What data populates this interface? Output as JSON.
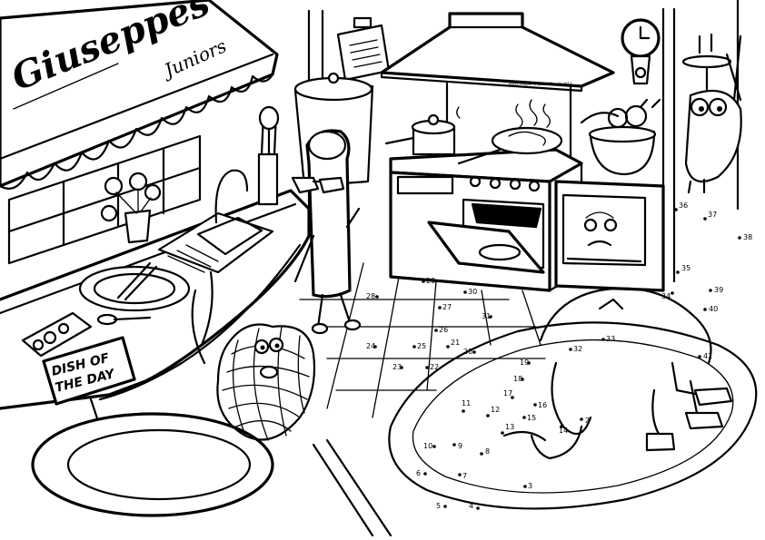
{
  "shop_sign": {
    "name": "Giuseppes",
    "subtitle": "Juniors"
  },
  "menu_board": {
    "line1": "DISH OF",
    "line2": "THE DAY"
  },
  "hood_credit": "Pasta People © David Bonett 2013",
  "dot_to_dot": {
    "points": [
      {
        "n": "2"
      },
      {
        "n": "3"
      },
      {
        "n": "4"
      },
      {
        "n": "5"
      },
      {
        "n": "6"
      },
      {
        "n": "7"
      },
      {
        "n": "8"
      },
      {
        "n": "9"
      },
      {
        "n": "10"
      },
      {
        "n": "11"
      },
      {
        "n": "12"
      },
      {
        "n": "13"
      },
      {
        "n": "14"
      },
      {
        "n": "15"
      },
      {
        "n": "16"
      },
      {
        "n": "17"
      },
      {
        "n": "18"
      },
      {
        "n": "19"
      },
      {
        "n": "20"
      },
      {
        "n": "21"
      },
      {
        "n": "22"
      },
      {
        "n": "23"
      },
      {
        "n": "24"
      },
      {
        "n": "25"
      },
      {
        "n": "26"
      },
      {
        "n": "27"
      },
      {
        "n": "28"
      },
      {
        "n": "29"
      },
      {
        "n": "30"
      },
      {
        "n": "31"
      },
      {
        "n": "32"
      },
      {
        "n": "33"
      },
      {
        "n": "34"
      },
      {
        "n": "35"
      },
      {
        "n": "36"
      },
      {
        "n": "37"
      },
      {
        "n": "38"
      },
      {
        "n": "39"
      },
      {
        "n": "40"
      },
      {
        "n": "41"
      }
    ]
  }
}
